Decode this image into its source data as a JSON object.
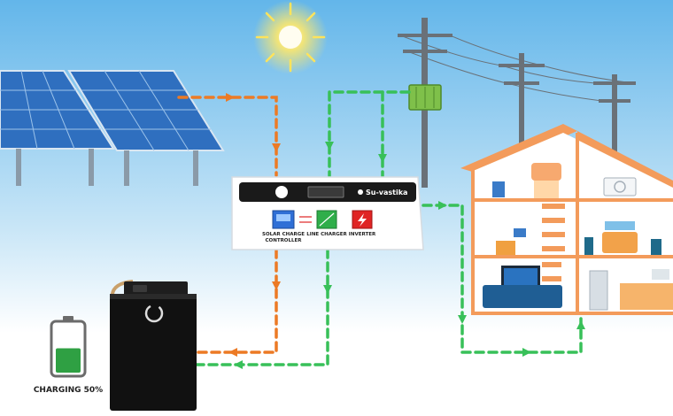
{
  "inverter": {
    "brand": "Su-vastika",
    "modules": [
      {
        "label_line1": "SOLAR CHARGE",
        "label_line2": "CONTROLLER",
        "color": "#2f6fd6"
      },
      {
        "label_line1": "LINE CHARGER",
        "label_line2": "",
        "color": "#2fae4a"
      },
      {
        "label_line1": "INVERTER",
        "label_line2": "",
        "color": "#e02424"
      }
    ]
  },
  "battery": {
    "status_text": "CHARGING 50%",
    "charge_level": 0.5
  },
  "colors": {
    "solar_flow": "#ec7a25",
    "grid_flow": "#38c059",
    "sky_top": "#63b6ea",
    "sky_bottom": "#ffffff",
    "house_wall": "#f39b5b",
    "battery_fill": "#2fa043"
  }
}
